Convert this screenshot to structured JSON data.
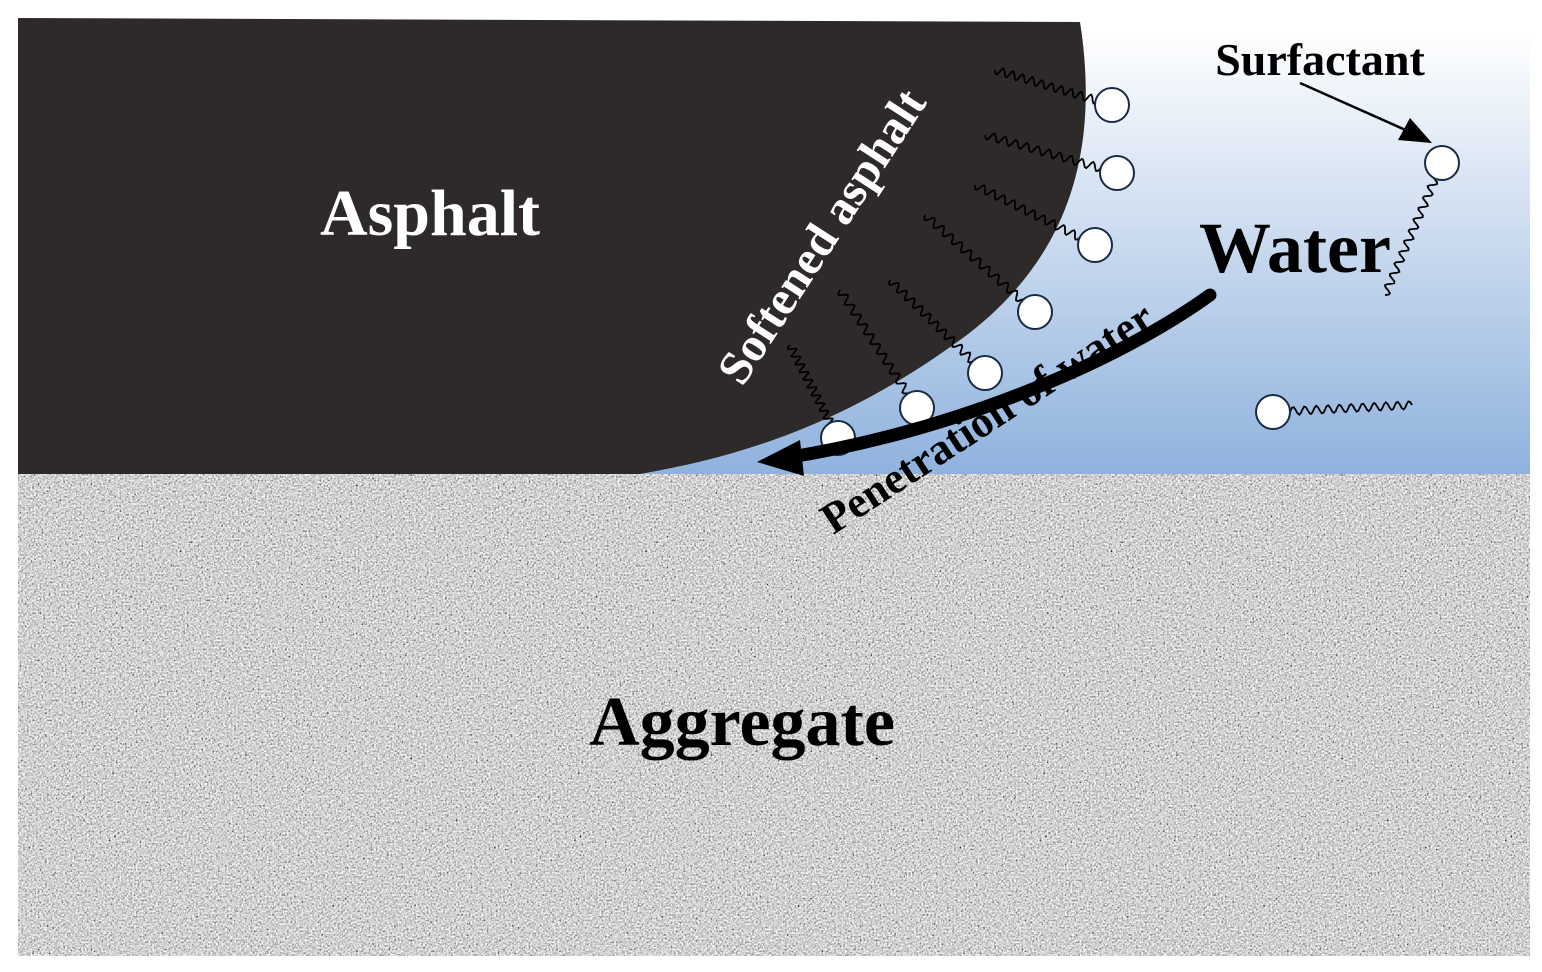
{
  "labels": {
    "asphalt": "Asphalt",
    "softened_asphalt": "Softened asphalt",
    "surfactant": "Surfactant",
    "water": "Water",
    "penetration": "Penetration of water",
    "aggregate": "Aggregate"
  },
  "colors": {
    "asphalt": "#2d2a29",
    "water_top": "#ffffff",
    "water_bottom": "#8fb2dd",
    "aggregate_base": "#9c9c9c",
    "surfactant_head": "#ffffff",
    "tail": "#000000",
    "arrow": "#000000",
    "label_light": "#ffffff",
    "label_dark": "#000000"
  }
}
